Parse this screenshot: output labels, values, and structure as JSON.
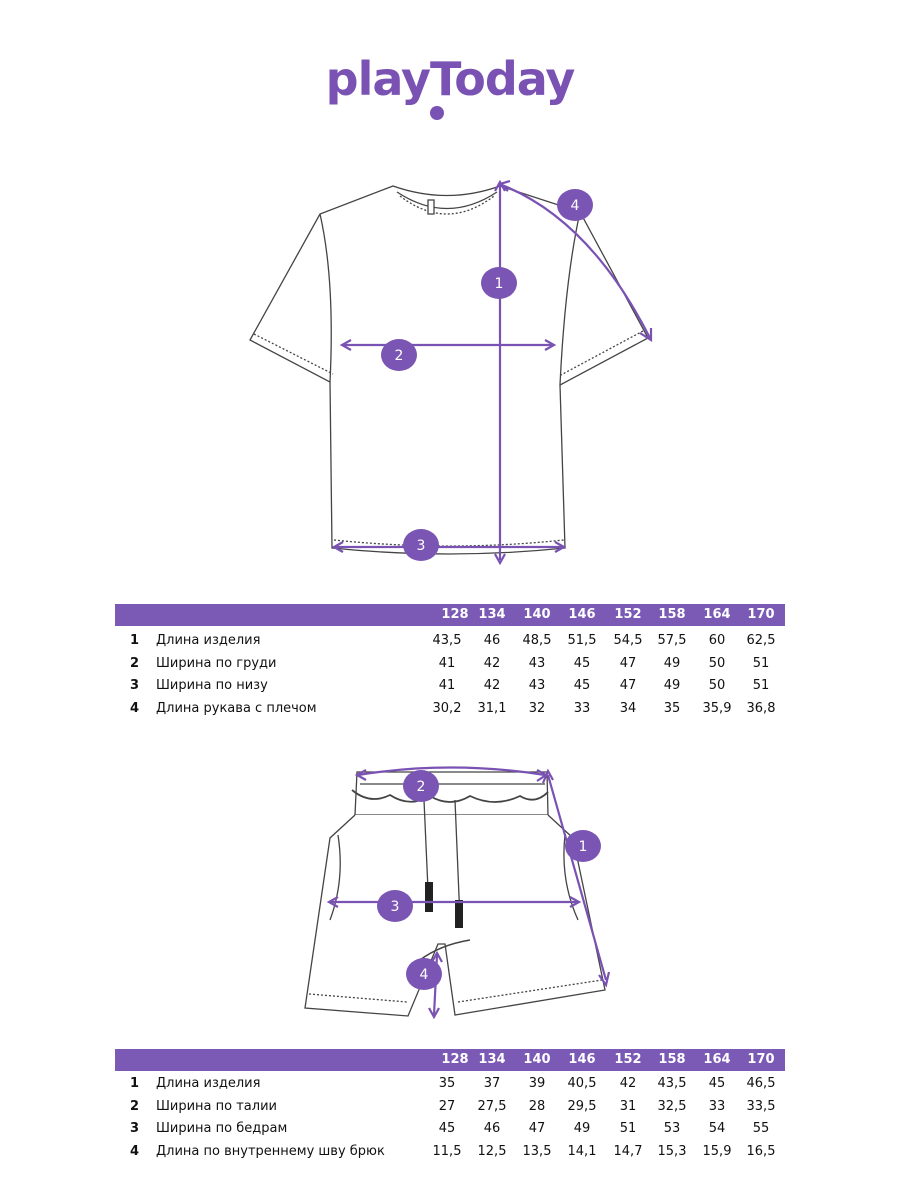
{
  "brand": {
    "logo": "playToday"
  },
  "tshirt": {
    "markers": [
      "1",
      "2",
      "3",
      "4"
    ]
  },
  "shorts": {
    "markers": [
      "1",
      "2",
      "3",
      "4"
    ]
  },
  "tshirt_table": {
    "sizes": [
      "128",
      "134",
      "140",
      "146",
      "152",
      "158",
      "164",
      "170"
    ],
    "rows": [
      {
        "num": "1",
        "name": "Длина изделия",
        "values": [
          "43,5",
          "46",
          "48,5",
          "51,5",
          "54,5",
          "57,5",
          "60",
          "62,5"
        ]
      },
      {
        "num": "2",
        "name": "Ширина по груди",
        "values": [
          "41",
          "42",
          "43",
          "45",
          "47",
          "49",
          "50",
          "51"
        ]
      },
      {
        "num": "3",
        "name": "Ширина по низу",
        "values": [
          "41",
          "42",
          "43",
          "45",
          "47",
          "49",
          "50",
          "51"
        ]
      },
      {
        "num": "4",
        "name": "Длина рукава с плечом",
        "values": [
          "30,2",
          "31,1",
          "32",
          "33",
          "34",
          "35",
          "35,9",
          "36,8"
        ]
      }
    ]
  },
  "shorts_table": {
    "sizes": [
      "128",
      "134",
      "140",
      "146",
      "152",
      "158",
      "164",
      "170"
    ],
    "rows": [
      {
        "num": "1",
        "name": "Длина изделия",
        "values": [
          "35",
          "37",
          "39",
          "40,5",
          "42",
          "43,5",
          "45",
          "46,5"
        ]
      },
      {
        "num": "2",
        "name": "Ширина по талии",
        "values": [
          "27",
          "27,5",
          "28",
          "29,5",
          "31",
          "32,5",
          "33",
          "33,5"
        ]
      },
      {
        "num": "3",
        "name": "Ширина по бедрам",
        "values": [
          "45",
          "46",
          "47",
          "49",
          "51",
          "53",
          "54",
          "55"
        ]
      },
      {
        "num": "4",
        "name": "Длина по внутреннему шву брюк",
        "values": [
          "11,5",
          "12,5",
          "13,5",
          "14,1",
          "14,7",
          "15,3",
          "15,9",
          "16,5"
        ]
      }
    ]
  },
  "colors": {
    "accent": "#7a52b3",
    "header_bg": "#7a5ab5",
    "marker_bg": "#7b55b4"
  }
}
